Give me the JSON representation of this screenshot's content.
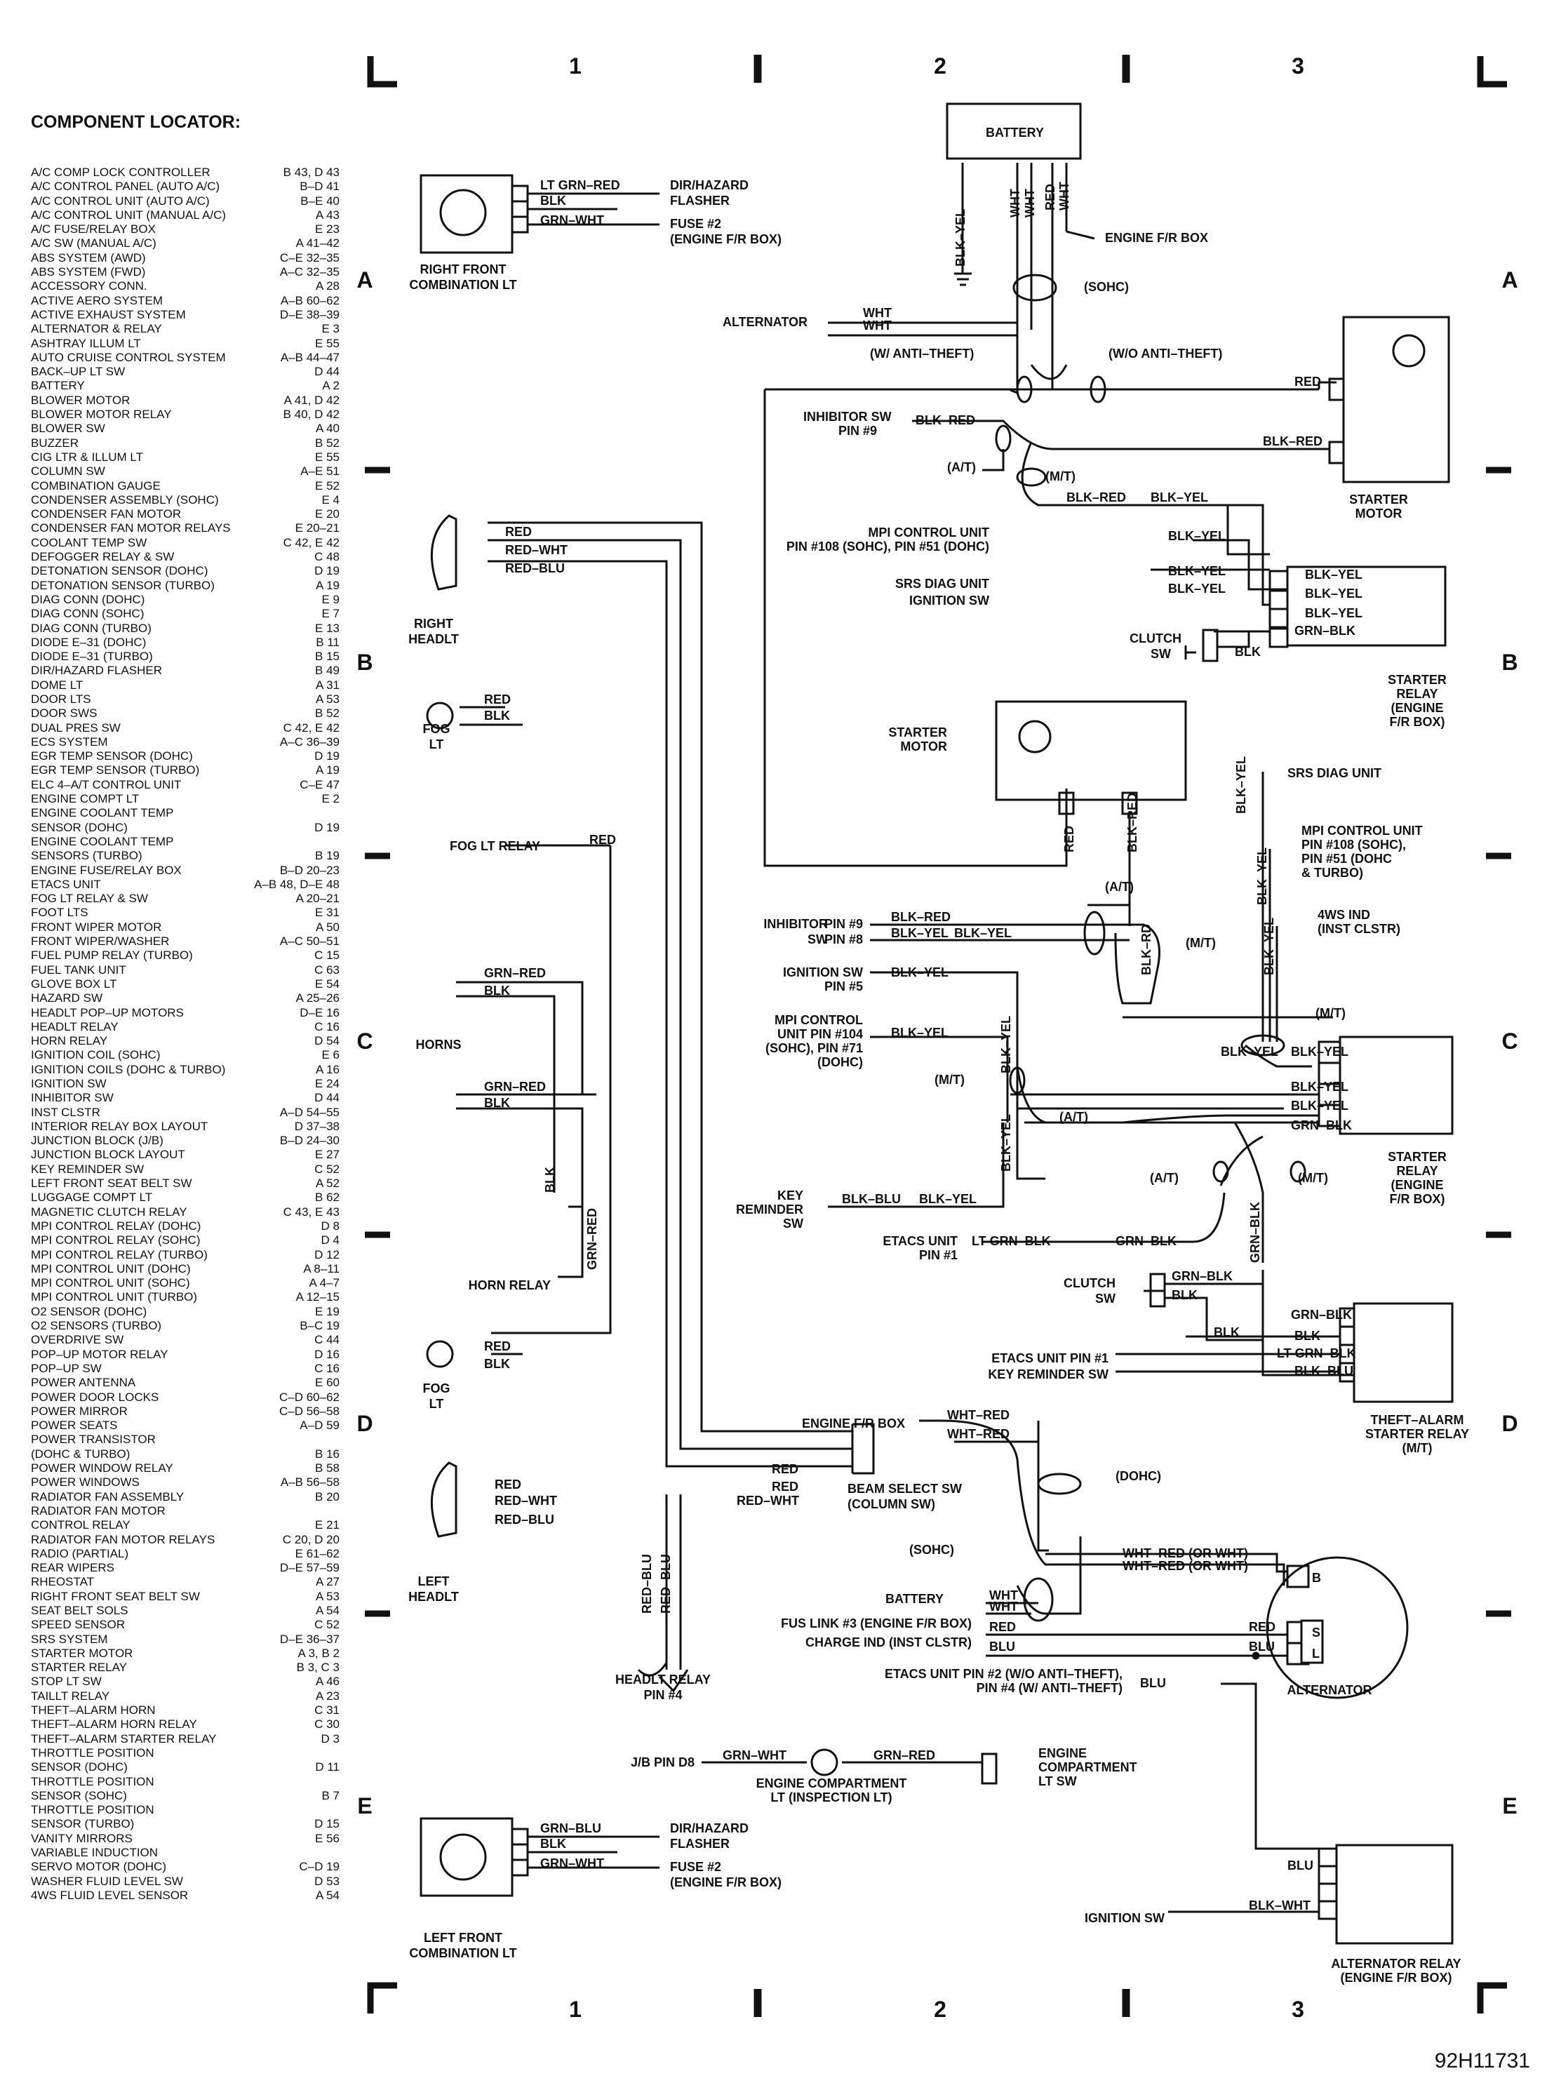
{
  "locator_title": "COMPONENT LOCATOR:",
  "locator": [
    [
      "A/C COMP LOCK CONTROLLER",
      "B 43, D 43"
    ],
    [
      "A/C CONTROL PANEL (AUTO A/C)",
      "B–D 41"
    ],
    [
      "A/C CONTROL UNIT (AUTO A/C)",
      "B–E 40"
    ],
    [
      "A/C CONTROL UNIT (MANUAL A/C)",
      "A 43"
    ],
    [
      "A/C FUSE/RELAY BOX",
      "E 23"
    ],
    [
      "A/C SW (MANUAL A/C)",
      "A 41–42"
    ],
    [
      "ABS SYSTEM (AWD)",
      "C–E 32–35"
    ],
    [
      "ABS SYSTEM (FWD)",
      "A–C 32–35"
    ],
    [
      "ACCESSORY CONN.",
      "A 28"
    ],
    [
      "ACTIVE AERO SYSTEM",
      "A–B 60–62"
    ],
    [
      "ACTIVE EXHAUST SYSTEM",
      "D–E 38–39"
    ],
    [
      "ALTERNATOR & RELAY",
      "E 3"
    ],
    [
      "ASHTRAY ILLUM LT",
      "E 55"
    ],
    [
      "AUTO CRUISE CONTROL SYSTEM",
      "A–B 44–47"
    ],
    [
      "BACK–UP LT SW",
      "D 44"
    ],
    [
      "BATTERY",
      "A 2"
    ],
    [
      "BLOWER MOTOR",
      "A 41, D 42"
    ],
    [
      "BLOWER MOTOR RELAY",
      "B 40, D 42"
    ],
    [
      "BLOWER SW",
      "A 40"
    ],
    [
      "BUZZER",
      "B 52"
    ],
    [
      "CIG LTR & ILLUM LT",
      "E 55"
    ],
    [
      "COLUMN SW",
      "A–E 51"
    ],
    [
      "COMBINATION GAUGE",
      "E 52"
    ],
    [
      "CONDENSER ASSEMBLY (SOHC)",
      "E 4"
    ],
    [
      "CONDENSER FAN MOTOR",
      "E 20"
    ],
    [
      "CONDENSER FAN MOTOR RELAYS",
      "E 20–21"
    ],
    [
      "COOLANT TEMP SW",
      "C 42, E 42"
    ],
    [
      "DEFOGGER RELAY & SW",
      "C 48"
    ],
    [
      "DETONATION SENSOR (DOHC)",
      "D 19"
    ],
    [
      "DETONATION SENSOR (TURBO)",
      "A 19"
    ],
    [
      "DIAG CONN (DOHC)",
      "E 9"
    ],
    [
      "DIAG CONN (SOHC)",
      "E 7"
    ],
    [
      "DIAG CONN (TURBO)",
      "E 13"
    ],
    [
      "DIODE E–31 (DOHC)",
      "B 11"
    ],
    [
      "DIODE E–31 (TURBO)",
      "B 15"
    ],
    [
      "DIR/HAZARD FLASHER",
      "B 49"
    ],
    [
      "DOME LT",
      "A 31"
    ],
    [
      "DOOR LTS",
      "A 53"
    ],
    [
      "DOOR SWS",
      "B 52"
    ],
    [
      "DUAL PRES SW",
      "C 42, E 42"
    ],
    [
      "ECS SYSTEM",
      "A–C 36–39"
    ],
    [
      "EGR TEMP SENSOR (DOHC)",
      "D 19"
    ],
    [
      "EGR TEMP SENSOR (TURBO)",
      "A 19"
    ],
    [
      "ELC 4–A/T CONTROL UNIT",
      "C–E 47"
    ],
    [
      "ENGINE COMPT LT",
      "E 2"
    ],
    [
      "ENGINE COOLANT TEMP",
      ""
    ],
    [
      "  SENSOR (DOHC)",
      "D 19"
    ],
    [
      "ENGINE COOLANT TEMP",
      ""
    ],
    [
      "  SENSORS (TURBO)",
      "B 19"
    ],
    [
      "ENGINE FUSE/RELAY BOX",
      "B–D 20–23"
    ],
    [
      "ETACS UNIT",
      "A–B 48, D–E 48"
    ],
    [
      "FOG LT RELAY & SW",
      "A 20–21"
    ],
    [
      "FOOT LTS",
      "E 31"
    ],
    [
      "FRONT WIPER MOTOR",
      "A 50"
    ],
    [
      "FRONT WIPER/WASHER",
      "A–C 50–51"
    ],
    [
      "FUEL PUMP RELAY (TURBO)",
      "C 15"
    ],
    [
      "FUEL TANK UNIT",
      "C 63"
    ],
    [
      "GLOVE BOX LT",
      "E 54"
    ],
    [
      "HAZARD SW",
      "A 25–26"
    ],
    [
      "HEADLT POP–UP MOTORS",
      "D–E 16"
    ],
    [
      "HEADLT RELAY",
      "C 16"
    ],
    [
      "HORN RELAY",
      "D 54"
    ],
    [
      "IGNITION COIL (SOHC)",
      "E 6"
    ],
    [
      "IGNITION COILS (DOHC & TURBO)",
      "A 16"
    ],
    [
      "IGNITION SW",
      "E 24"
    ],
    [
      "INHIBITOR SW",
      "D 44"
    ],
    [
      "INST CLSTR",
      "A–D 54–55"
    ],
    [
      "INTERIOR RELAY BOX LAYOUT",
      "D 37–38"
    ],
    [
      "JUNCTION BLOCK (J/B)",
      "B–D 24–30"
    ],
    [
      "JUNCTION BLOCK LAYOUT",
      "E 27"
    ],
    [
      "KEY REMINDER SW",
      "C 52"
    ],
    [
      "LEFT FRONT SEAT BELT SW",
      "A 52"
    ],
    [
      "LUGGAGE COMPT LT",
      "B 62"
    ],
    [
      "MAGNETIC CLUTCH RELAY",
      "C 43, E 43"
    ],
    [
      "MPI CONTROL RELAY (DOHC)",
      "D 8"
    ],
    [
      "MPI CONTROL RELAY (SOHC)",
      "D 4"
    ],
    [
      "MPI CONTROL RELAY (TURBO)",
      "D 12"
    ],
    [
      "MPI CONTROL UNIT (DOHC)",
      "A 8–11"
    ],
    [
      "MPI CONTROL UNIT (SOHC)",
      "A 4–7"
    ],
    [
      "MPI CONTROL UNIT (TURBO)",
      "A 12–15"
    ],
    [
      "O2 SENSOR (DOHC)",
      "E 19"
    ],
    [
      "O2 SENSORS (TURBO)",
      "B–C 19"
    ],
    [
      "OVERDRIVE SW",
      "C 44"
    ],
    [
      "POP–UP MOTOR RELAY",
      "D 16"
    ],
    [
      "POP–UP SW",
      "C 16"
    ],
    [
      "POWER ANTENNA",
      "E 60"
    ],
    [
      "POWER DOOR LOCKS",
      "C–D 60–62"
    ],
    [
      "POWER MIRROR",
      "C–D 56–58"
    ],
    [
      "POWER SEATS",
      "A–D 59"
    ],
    [
      "POWER TRANSISTOR",
      ""
    ],
    [
      "  (DOHC & TURBO)",
      "B 16"
    ],
    [
      "POWER WINDOW RELAY",
      "B 58"
    ],
    [
      "POWER WINDOWS",
      "A–B 56–58"
    ],
    [
      "RADIATOR FAN ASSEMBLY",
      "B 20"
    ],
    [
      "RADIATOR FAN MOTOR",
      ""
    ],
    [
      "  CONTROL RELAY",
      "E 21"
    ],
    [
      "RADIATOR FAN MOTOR RELAYS",
      "C 20, D 20"
    ],
    [
      "RADIO (PARTIAL)",
      "E 61–62"
    ],
    [
      "REAR WIPERS",
      "D–E 57–59"
    ],
    [
      "RHEOSTAT",
      "A 27"
    ],
    [
      "RIGHT FRONT SEAT BELT SW",
      "A 53"
    ],
    [
      "SEAT BELT SOLS",
      "A 54"
    ],
    [
      "SPEED SENSOR",
      "C 52"
    ],
    [
      "SRS SYSTEM",
      "D–E 36–37"
    ],
    [
      "STARTER MOTOR",
      "A 3, B 2"
    ],
    [
      "STARTER RELAY",
      "B 3, C 3"
    ],
    [
      "STOP LT SW",
      "A 46"
    ],
    [
      "TAILLT RELAY",
      "A 23"
    ],
    [
      "THEFT–ALARM HORN",
      "C 31"
    ],
    [
      "THEFT–ALARM HORN RELAY",
      "C 30"
    ],
    [
      "THEFT–ALARM STARTER RELAY",
      "D 3"
    ],
    [
      "THROTTLE POSITION",
      ""
    ],
    [
      "  SENSOR (DOHC)",
      "D 11"
    ],
    [
      "THROTTLE POSITION",
      ""
    ],
    [
      "  SENSOR (SOHC)",
      "B 7"
    ],
    [
      "THROTTLE POSITION",
      ""
    ],
    [
      "  SENSOR (TURBO)",
      "D 15"
    ],
    [
      "VANITY MIRRORS",
      "E 56"
    ],
    [
      "VARIABLE INDUCTION",
      ""
    ],
    [
      "  SERVO MOTOR (DOHC)",
      "C–D 19"
    ],
    [
      "WASHER FLUID LEVEL SW",
      "D 53"
    ],
    [
      "4WS FLUID LEVEL SENSOR",
      "A 54"
    ]
  ],
  "columns": [
    "1",
    "2",
    "3"
  ],
  "rows": [
    "A",
    "B",
    "C",
    "D",
    "E"
  ],
  "labels": {
    "battery": "BATTERY",
    "engine_fr_box": "ENGINE F/R BOX",
    "sohc": "(SOHC)",
    "dohc": "(DOHC)",
    "alternator": "ALTERNATOR",
    "w_anti": "(W/ ANTI–THEFT)",
    "wo_anti": "(W/O ANTI–THEFT)",
    "inhib_sw9": "INHIBITOR SW",
    "pin9": "PIN #9",
    "at": "(A/T)",
    "mt": "(M/T)",
    "mpi1": "MPI CONTROL UNIT",
    "mpi1b": "PIN #108 (SOHC), PIN #51 (DOHC)",
    "srs_diag": "SRS DIAG UNIT",
    "ign_sw": "IGNITION SW",
    "clutch": "CLUTCH",
    "sw": "SW",
    "starter_motor": "STARTER",
    "motor": "MOTOR",
    "starter_relay": "STARTER",
    "relay": "RELAY",
    "eng_fr": "(ENGINE",
    "fr_box": "F/R BOX)",
    "rf_comb": "RIGHT FRONT",
    "comb_lt": "COMBINATION LT",
    "dir_flasher": "DIR/HAZARD",
    "flasher": "FLASHER",
    "fuse2": "FUSE #2",
    "eng_fr_box2": "(ENGINE F/R BOX)",
    "right": "RIGHT",
    "headlt": "HEADLT",
    "fog": "FOG",
    "lt": "LT",
    "fog_relay": "FOG LT RELAY",
    "horns": "HORNS",
    "horn_relay": "HORN RELAY",
    "left": "LEFT",
    "beam_sel": "BEAM SELECT SW",
    "col_sw": "(COLUMN SW)",
    "headlt_relay": "HEADLT RELAY",
    "pin4": "PIN #4",
    "srs_diag_unit": "SRS DIAG UNIT",
    "mpi2a": "MPI CONTROL UNIT",
    "mpi2b": "PIN #108 (SOHC),",
    "mpi2c": "PIN #51 (DOHC",
    "mpi2d": "& TURBO)",
    "ws4": "4WS IND",
    "inst": "(INST CLSTR)",
    "inhibitor": "INHIBITOR",
    "pin8": "PIN #8",
    "ign_sw2": "IGNITION SW",
    "pin5": "PIN #5",
    "mpi3a": "MPI CONTROL",
    "mpi3b": "UNIT PIN #104",
    "mpi3c": "(SOHC), PIN #71",
    "mpi3d": "(DOHC)",
    "key": "KEY",
    "reminder": "REMINDER",
    "etacs1": "ETACS UNIT",
    "pin1": "PIN #1",
    "etacs_pin1": "ETACS UNIT PIN #1",
    "key_rem_sw": "KEY REMINDER SW",
    "theft1": "THEFT–ALARM",
    "theft2": "STARTER RELAY",
    "theft3": "(M/T)",
    "fus_link": "FUS LINK #3 (ENGINE F/R BOX)",
    "charge": "CHARGE IND (INST CLSTR)",
    "etacs_pin2": "ETACS UNIT PIN #2 (W/O ANTI–THEFT),",
    "pin4w": "PIN #4 (W/ ANTI–THEFT)",
    "jb_pin": "J/B PIN D8",
    "eng_comp": "ENGINE COMPARTMENT",
    "insp": "LT (INSPECTION LT)",
    "eng_comp_sw": "ENGINE",
    "compartment": "COMPARTMENT",
    "lt_sw": "LT SW",
    "lf_comb": "LEFT FRONT",
    "alt_relay": "ALTERNATOR RELAY",
    "alt_relay2": "(ENGINE F/R BOX)",
    "b": "B",
    "s": "S",
    "l": "L"
  },
  "wires": {
    "ltgrnred": "LT GRN–RED",
    "blk": "BLK",
    "grnwht": "GRN–WHT",
    "grnblu": "GRN–BLU",
    "blkyel": "BLK–YEL",
    "wht": "WHT",
    "red": "RED",
    "blkred": "BLK–RED",
    "grnblk": "GRN–BLK",
    "redwht": "RED–WHT",
    "redblu": "RED–BLU",
    "grnred": "GRN–RED",
    "blkrd": "BLK–RD",
    "ltgrnblk": "LT GRN–BLK",
    "blkblu": "BLK–BLU",
    "whtred": "WHT–RED",
    "whtredor": "WHT–RED (OR WHT)",
    "blu": "BLU",
    "blkwht": "BLK–WHT"
  },
  "diagram_code": "92H11731"
}
